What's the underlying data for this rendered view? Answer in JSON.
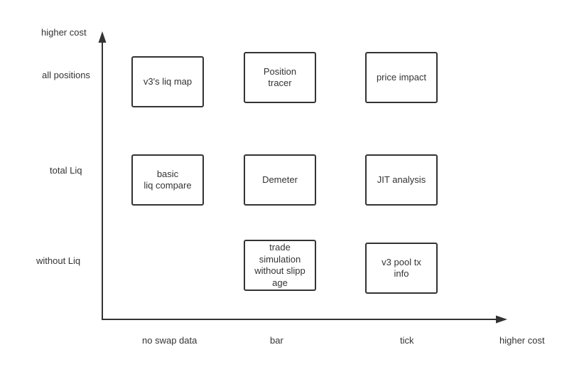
{
  "y_axis": {
    "title": "higher cost",
    "levels": [
      "all positions",
      "total Liq",
      "without Liq"
    ]
  },
  "x_axis": {
    "title": "higher cost",
    "levels": [
      "no swap data",
      "bar",
      "tick"
    ]
  },
  "boxes": {
    "liq_map": "v3's liq map",
    "position_tracer": "Position\ntracer",
    "price_impact": "price impact",
    "basic_liq_compare": "basic\nliq compare",
    "demeter": "Demeter",
    "jit_analysis": "JIT analysis",
    "trade_simulation": "trade\nsimulation\nwithout slipp\nage",
    "v3_pool_tx_info": "v3 pool tx\ninfo"
  },
  "colors": {
    "line": "#333333",
    "background": "#ffffff"
  }
}
